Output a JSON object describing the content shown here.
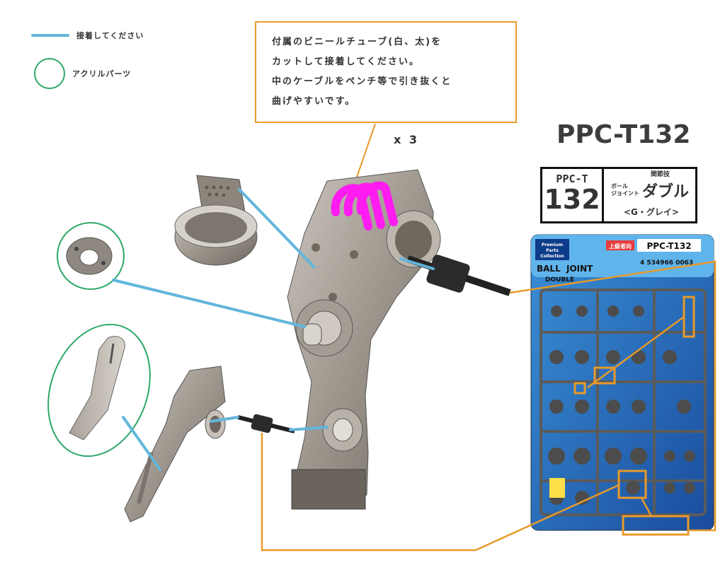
{
  "legend": {
    "glue_label": "接着してください",
    "acrylic_label": "アクリルパーツ"
  },
  "note": {
    "lines": [
      "付属のビニールチューブ(白、太)を",
      "カットして接着してください。",
      "中のケーブルをペンチ等で引き抜くと",
      "曲げやすいです。"
    ]
  },
  "count_label": "x 3",
  "product_code": "PPC-T132",
  "badge": {
    "code": "PPC-T",
    "number": "132",
    "category": "関節技",
    "prefix_top": "ボール",
    "prefix_bottom": "ジョイント",
    "name": "ダブル",
    "subtitle": "<G・グレイ>"
  },
  "package": {
    "brand_lines": [
      "Premium",
      "Parts",
      "Collection"
    ],
    "level_badge": "上級者向",
    "code": "PPC-T132",
    "title_1": "BALL",
    "title_2": "JOINT",
    "title_3": "DOUBLE",
    "barcode": "4 534966 0063"
  },
  "colors": {
    "glue_line": "#62b6dc",
    "acrylic_circle": "#2ea86a",
    "callout": "#e89a2b",
    "tube": "#ff1cf0"
  }
}
